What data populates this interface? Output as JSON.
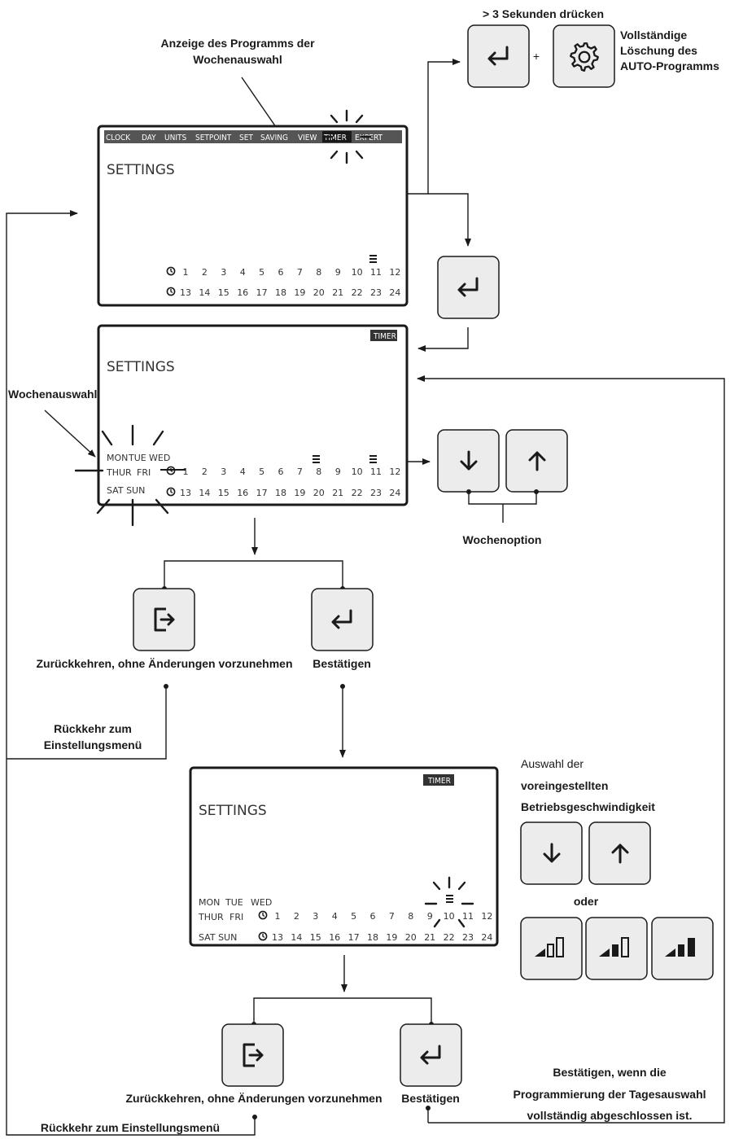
{
  "labels": {
    "press3s": "> 3 Sekunden drücken",
    "plus": "+",
    "delete_auto": [
      "Vollständige",
      "Löschung des",
      "AUTO-Programms"
    ],
    "week_program_display": [
      "Anzeige des Programms der",
      "Wochenauswahl"
    ],
    "week_selection": "Wochenauswahl",
    "week_option": "Wochenoption",
    "return_no_changes_1": "Zurückkehren, ohne Änderungen vorzunehmen",
    "confirm_1": "Bestätigen",
    "back_to_settings_1": [
      "Rückkehr zum",
      "Einstellungsmenü"
    ],
    "speed_select": [
      "Auswahl der",
      "voreingestellten",
      "Betriebsgeschwindigkeit"
    ],
    "or": "oder",
    "return_no_changes_2": "Zurückkehren, ohne Änderungen vorzunehmen",
    "confirm_2": "Bestätigen",
    "back_to_settings_2": "Rückkehr zum Einstellungsmenü",
    "confirm_done": [
      "Bestätigen, wenn die",
      "Programmierung der Tagesauswahl",
      "vollständig abgeschlossen ist."
    ]
  },
  "screen1": {
    "menu_tabs": [
      "CLOCK",
      "DAY",
      "UNITS",
      "SETPOINT",
      "SET",
      "SAVING",
      "VIEW",
      "TIMER",
      "EXPERT"
    ],
    "active_tab": "TIMER",
    "title": "SETTINGS",
    "hours_row1": [
      "1",
      "2",
      "3",
      "4",
      "5",
      "6",
      "7",
      "8",
      "9",
      "10",
      "11",
      "12"
    ],
    "hours_row2": [
      "13",
      "14",
      "15",
      "16",
      "17",
      "18",
      "19",
      "20",
      "21",
      "22",
      "23",
      "24"
    ]
  },
  "screen2": {
    "badge": "TIMER",
    "title": "SETTINGS",
    "days": [
      "MON",
      "TUE",
      "WED",
      "THUR",
      "FRI",
      "SAT SUN"
    ],
    "hours_row1": [
      "1",
      "2",
      "3",
      "4",
      "5",
      "6",
      "7",
      "8",
      "9",
      "10",
      "11",
      "12"
    ],
    "hours_row2": [
      "13",
      "14",
      "15",
      "16",
      "17",
      "18",
      "19",
      "20",
      "21",
      "22",
      "23",
      "24"
    ]
  },
  "screen3": {
    "badge": "TIMER",
    "title": "SETTINGS",
    "days": [
      "MON",
      "TUE",
      "WED",
      "THUR",
      "FRI",
      "SAT SUN"
    ],
    "hours_row1": [
      "1",
      "2",
      "3",
      "4",
      "5",
      "6",
      "7",
      "8",
      "9",
      "10",
      "11",
      "12"
    ],
    "hours_row2": [
      "13",
      "14",
      "15",
      "16",
      "17",
      "18",
      "19",
      "20",
      "21",
      "22",
      "23",
      "24"
    ]
  },
  "icons": [
    "enter-icon",
    "gear-icon",
    "exit-icon",
    "arrow-down-icon",
    "arrow-up-icon",
    "speed-low-icon",
    "speed-mid-icon",
    "speed-high-icon",
    "clock-icon"
  ],
  "colors": {
    "line": "#1a1a1a",
    "button_fill": "#ececec",
    "tab_bg": "#555555"
  }
}
